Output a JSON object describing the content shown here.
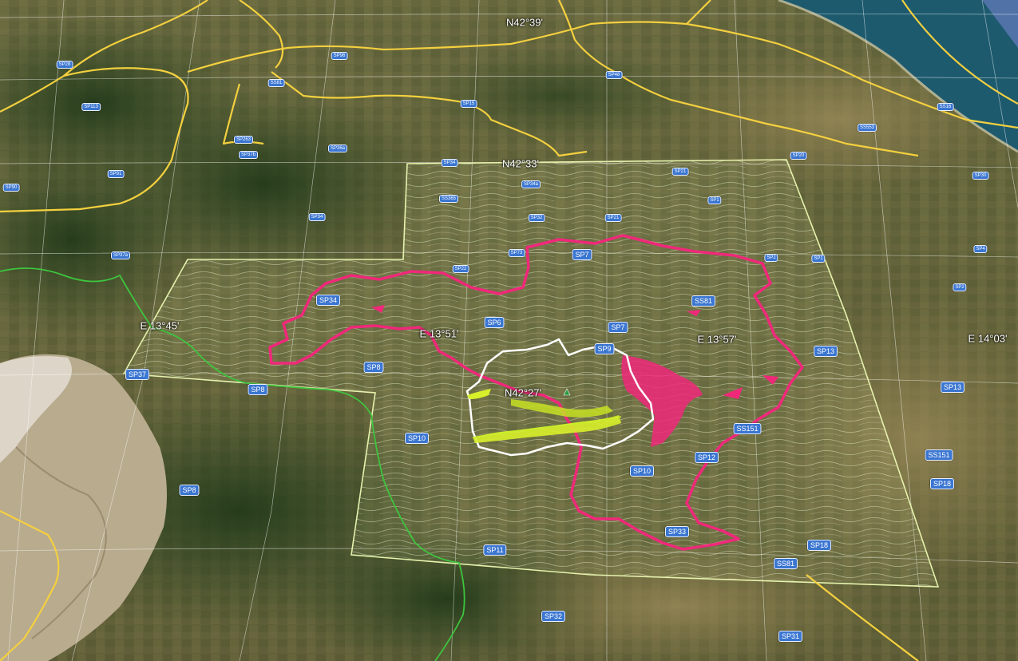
{
  "map": {
    "colors": {
      "terrain_base": "#6b6a3e",
      "forest": "#2f4a22",
      "mountain_rock": "#c7bfb0",
      "sea": "#1d5a6e",
      "grid_lines": "#ffffff",
      "contour_lines": "#e6eecf",
      "study_area_outline": "#e8f5b0",
      "regional_road": "#f4d03f",
      "boundary_green": "#3ec43e",
      "watershed_magenta": "#f0287a",
      "basin_white": "#ffffff",
      "stream_yellow_green": "#d8f02a",
      "road_label_bg": "#3b76d1"
    },
    "coordinate_labels": {
      "n_42_39": "N42°39'",
      "n_42_33": "N42°33'",
      "n_42_27": "N42°27'",
      "e_13_45": "E 13°45'",
      "e_13_51": "E 13°51'",
      "e_13_57": "E 13°57'",
      "e_14_03": "E 14°03'"
    },
    "road_labels": {
      "sp37": "SP37",
      "sp8_a": "SP8",
      "sp8_b": "SP8",
      "sp8_c": "SP8",
      "sp10_a": "SP10",
      "sp10_b": "SP10",
      "sp11": "SP11",
      "sp32": "SP32",
      "sp31": "SP31",
      "sp33": "SP33",
      "sp12": "SP12",
      "ss151_a": "SS151",
      "ss151_b": "SS151",
      "sp18_a": "SP18",
      "sp18_b": "SP18",
      "ss81_a": "SS81",
      "ss81_b": "SS81",
      "sp13_a": "SP13",
      "sp13_b": "SP13",
      "sp9": "SP9",
      "sp7_a": "SP7",
      "sp7_b": "SP7",
      "sp6": "SP6",
      "sp34_a": "SP34",
      "sp34_b": "SP34",
      "sp34_c": "SP34",
      "sp22": "SP22",
      "sp73": "SP73",
      "sp2_a": "SP2",
      "sp2_b": "SP2",
      "sp1_a": "SP1",
      "sp1_b": "SP1",
      "sp4": "SP4",
      "sp21": "SP21",
      "sp32_top": "SP32",
      "sp34a": "SP34a",
      "ss365": "SS365",
      "sp37a": "SP37a",
      "sp91": "SP91",
      "sp90": "SP90",
      "sp113": "SP113",
      "sp263": "SP263",
      "sp37b": "SP37b",
      "sp36a": "SP36a",
      "sp21_top": "SP21",
      "ss81_top": "SS81",
      "sp20": "SP20",
      "sp30": "SP30",
      "ss16": "SS16",
      "ss553": "SS553",
      "sp48": "SP48",
      "sp96": "SP96",
      "sp15": "SP15",
      "sp28": "SP28"
    }
  }
}
